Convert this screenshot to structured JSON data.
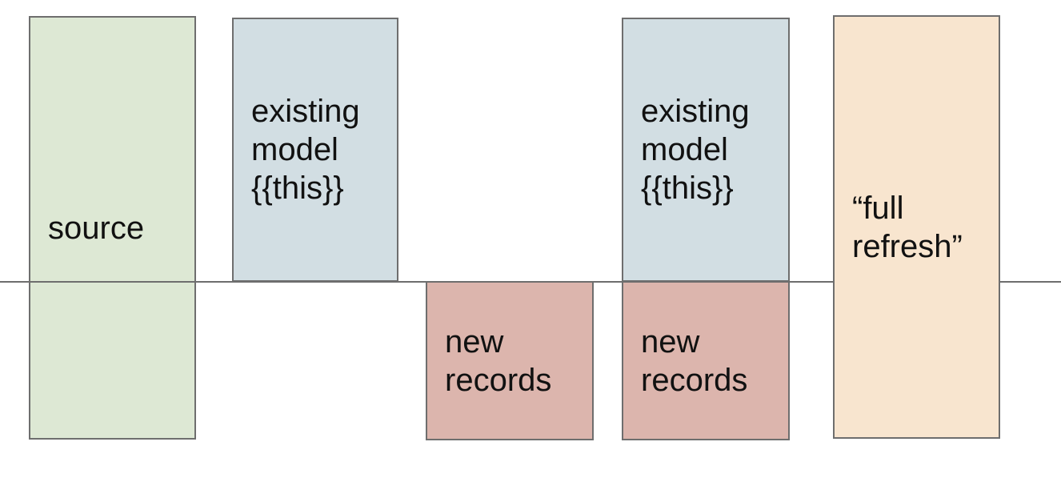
{
  "diagram": {
    "description": "incremental model materialization diagram",
    "colors": {
      "background": "#ffffff",
      "border": "#6e6e6e",
      "divider_line": "#6e6e6e",
      "text": "#111111",
      "source_fill": "#dde8d4",
      "existing_model_fill": "#d2dee3",
      "new_records_fill": "#dcb5ad",
      "full_refresh_fill": "#f8e5cf"
    },
    "divider": {
      "name": "timeline-divider"
    },
    "boxes": {
      "source": {
        "label": "source",
        "fill": "#dde8d4"
      },
      "existing_model_1": {
        "line1": "existing",
        "line2": "model",
        "line3": "{{this}}",
        "fill": "#d2dee3"
      },
      "new_records_1": {
        "line1": "new",
        "line2": "records",
        "fill": "#dcb5ad"
      },
      "existing_model_2": {
        "line1": "existing",
        "line2": "model",
        "line3": "{{this}}",
        "fill": "#d2dee3"
      },
      "new_records_2": {
        "line1": "new",
        "line2": "records",
        "fill": "#dcb5ad"
      },
      "full_refresh": {
        "line1": "“full",
        "line2": "refresh”",
        "fill": "#f8e5cf"
      }
    }
  }
}
